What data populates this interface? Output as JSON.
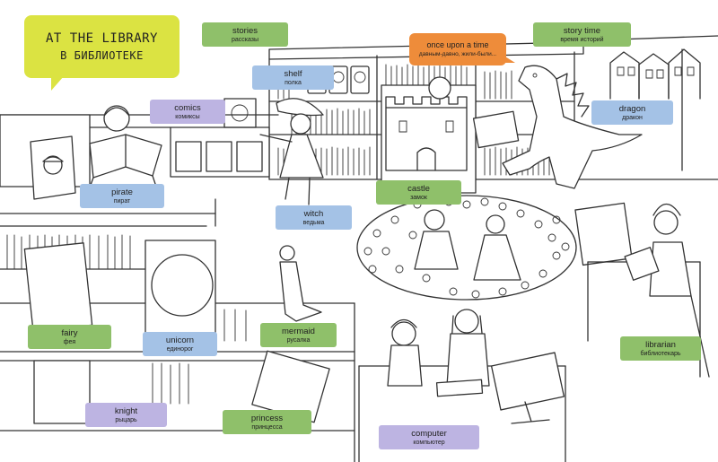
{
  "title": {
    "en": "AT THE LIBRARY",
    "ru": "В БИБЛИОТЕКЕ",
    "color": "#dbe342"
  },
  "speech": {
    "en": "once upon a time",
    "ru": "давным-давно, жили-были...",
    "color": "#ee8c3a"
  },
  "colors": {
    "green": "#8fc06a",
    "blue": "#a4c2e6",
    "purple": "#bdb4e2"
  },
  "labels": {
    "stories": {
      "en": "stories",
      "ru": "рассказы"
    },
    "story_time": {
      "en": "story time",
      "ru": "время историй"
    },
    "shelf": {
      "en": "shelf",
      "ru": "полка"
    },
    "comics": {
      "en": "comics",
      "ru": "комиксы"
    },
    "dragon": {
      "en": "dragon",
      "ru": "дракон"
    },
    "pirate": {
      "en": "pirate",
      "ru": "пират"
    },
    "castle": {
      "en": "castle",
      "ru": "замок"
    },
    "witch": {
      "en": "witch",
      "ru": "ведьма"
    },
    "fairy": {
      "en": "fairy",
      "ru": "фея"
    },
    "unicorn": {
      "en": "unicorn",
      "ru": "единорог"
    },
    "mermaid": {
      "en": "mermaid",
      "ru": "русалка"
    },
    "librarian": {
      "en": "librarian",
      "ru": "библиотекарь"
    },
    "knight": {
      "en": "knight",
      "ru": "рыцарь"
    },
    "princess": {
      "en": "princess",
      "ru": "принцесса"
    },
    "computer": {
      "en": "computer",
      "ru": "компьютер"
    }
  }
}
